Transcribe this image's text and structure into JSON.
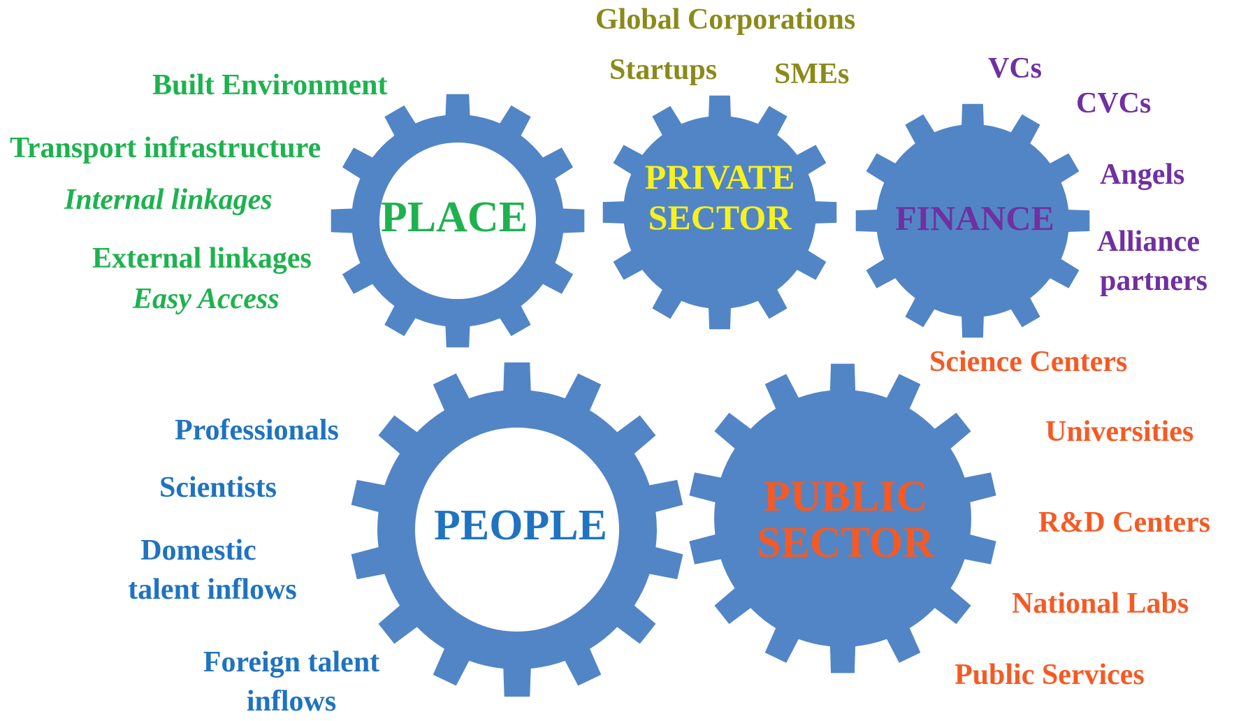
{
  "colors": {
    "gear": "#5285c6",
    "place": "#1eb24f",
    "private": "#f7f21c",
    "private_items": "#8a8a1a",
    "finance": "#7030a0",
    "people": "#1f73c0",
    "public": "#f55a24"
  },
  "gears": {
    "place": {
      "label": "PLACE"
    },
    "private": {
      "line1": "PRIVATE",
      "line2": "SECTOR"
    },
    "finance": {
      "label": "FINANCE"
    },
    "people": {
      "label": "PEOPLE"
    },
    "public": {
      "line1": "PUBLIC",
      "line2": "SECTOR"
    }
  },
  "place_items": {
    "built": "Built Environment",
    "transport": "Transport infrastructure",
    "internal": "Internal linkages",
    "external": "External linkages",
    "access": "Easy Access"
  },
  "private_items": {
    "global": "Global Corporations",
    "startups": "Startups",
    "smes": "SMEs"
  },
  "finance_items": {
    "vcs": "VCs",
    "cvcs": "CVCs",
    "angels": "Angels",
    "alliance_1": "Alliance",
    "alliance_2": "partners"
  },
  "people_items": {
    "professionals": "Professionals",
    "scientists": "Scientists",
    "domestic_1": "Domestic",
    "domestic_2": "talent inflows",
    "foreign_1": "Foreign talent",
    "foreign_2": "inflows"
  },
  "public_items": {
    "science": "Science Centers",
    "universities": "Universities",
    "rnd": "R&D Centers",
    "labs": "National Labs",
    "services": "Public Services"
  }
}
